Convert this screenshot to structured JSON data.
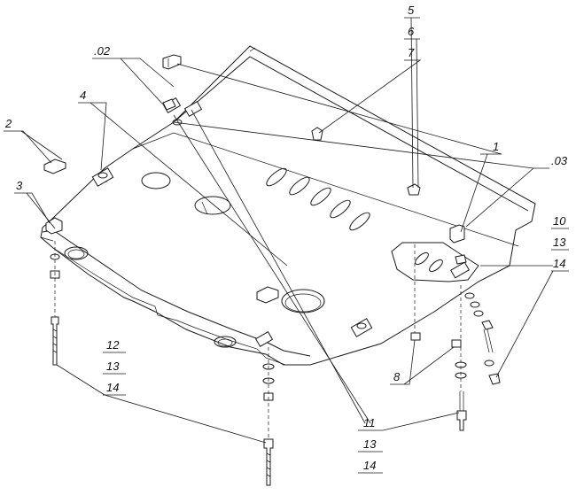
{
  "callouts": {
    "c02": ".02",
    "c03": ".03",
    "c1": "1",
    "c2": "2",
    "c3": "3",
    "c4": "4",
    "c5": "5",
    "c6": "6",
    "c7": "7",
    "c8": "8",
    "c10": "10",
    "c11": "11",
    "c12": "12",
    "c13a": "13",
    "c14a": "14",
    "c13b": "13",
    "c14b": "14",
    "c13c": "13",
    "c14c": "14"
  }
}
